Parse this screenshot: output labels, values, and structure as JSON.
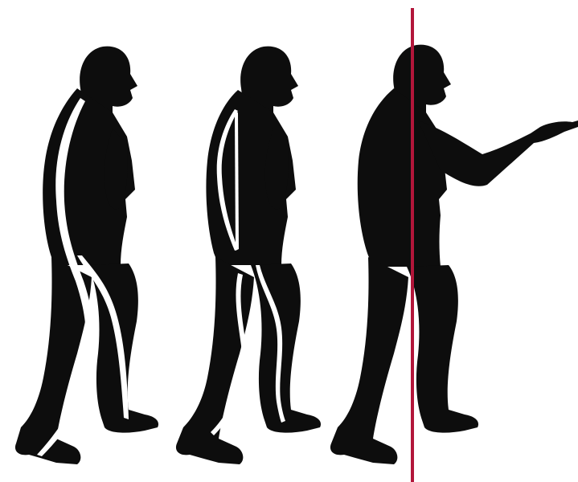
{
  "illustration": {
    "figures": [
      {
        "id": "figure-1",
        "pose": "walking",
        "overlay": "spine-and-leg-curves"
      },
      {
        "id": "figure-2",
        "pose": "walking",
        "overlay": "back-and-leg-curves"
      },
      {
        "id": "figure-3",
        "pose": "walking-arm-extended",
        "overlay": "vertical-plumb-line"
      }
    ]
  },
  "colors": {
    "background": "#ffffff",
    "silhouette": "#0d0d0d",
    "highlight": "#ffffff",
    "plumb_line": "#b2163a"
  }
}
